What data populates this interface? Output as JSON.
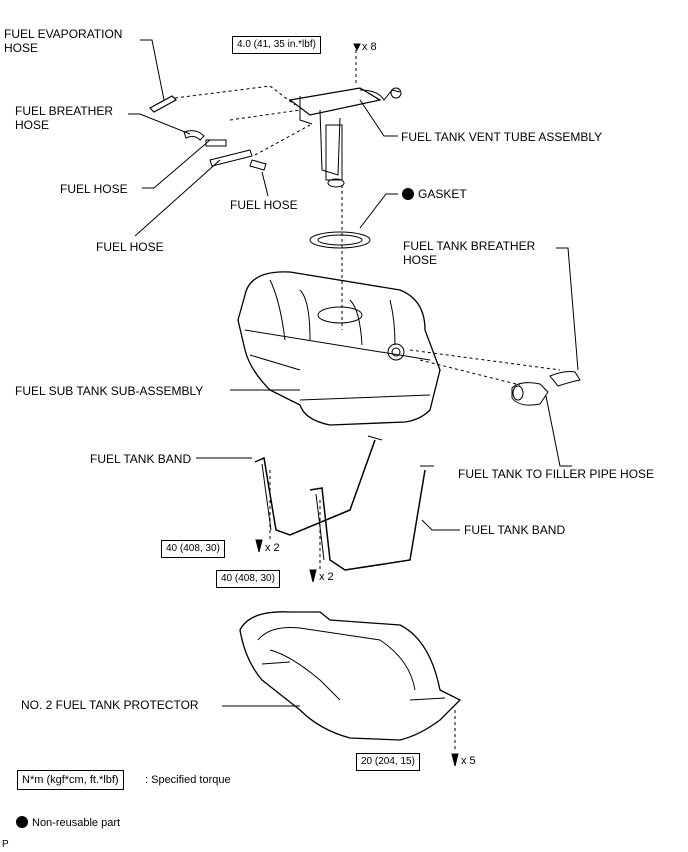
{
  "labels": {
    "fuel_evaporation_hose": "FUEL EVAPORATION HOSE",
    "fuel_breather_hose": "FUEL BREATHER HOSE",
    "fuel_hose_1": "FUEL HOSE",
    "fuel_hose_2": "FUEL HOSE",
    "fuel_hose_3": "FUEL HOSE",
    "fuel_tank_vent_tube_assembly": "FUEL TANK VENT TUBE ASSEMBLY",
    "gasket": "GASKET",
    "fuel_tank_breather_hose": "FUEL TANK BREATHER HOSE",
    "fuel_sub_tank_sub_assembly": "FUEL SUB TANK SUB-ASSEMBLY",
    "fuel_tank_to_filler_pipe_hose": "FUEL TANK TO FILLER PIPE HOSE",
    "fuel_tank_band_1": "FUEL TANK BAND",
    "fuel_tank_band_2": "FUEL TANK BAND",
    "no2_fuel_tank_protector": "NO. 2 FUEL TANK PROTECTOR"
  },
  "torques": {
    "vent_screws": {
      "value": "4.0 (41, 35 in.*lbf)",
      "qty": "x 8"
    },
    "band_bolt_1": {
      "value": "40 (408, 30)",
      "qty": "x 2"
    },
    "band_bolt_2": {
      "value": "40 (408, 30)",
      "qty": "x 2"
    },
    "protector_bolts": {
      "value": "20 (204, 15)",
      "qty": "x 5"
    }
  },
  "legend": {
    "torque_units": "N*m (kgf*cm, ft.*lbf)",
    "torque_desc": ": Specified torque",
    "non_reusable": "Non-reusable part"
  },
  "corner_code": "P"
}
